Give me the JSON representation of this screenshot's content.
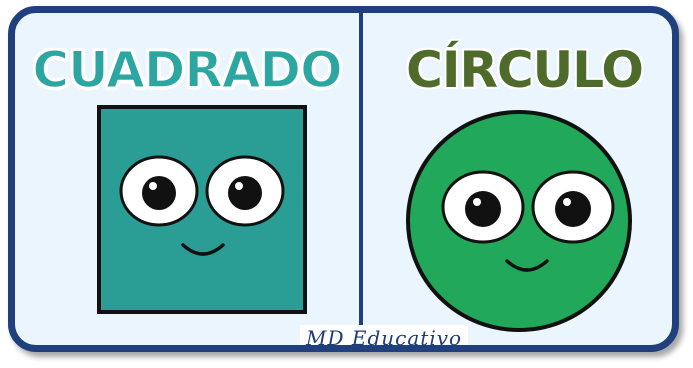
{
  "panels": {
    "left": {
      "title": "CUADRADO"
    },
    "right": {
      "title": "CÍRCULO"
    }
  },
  "footer": {
    "brand": "MD Educativo"
  },
  "colors": {
    "border": "#20407d",
    "background": "#eaf5fd",
    "square_fill": "#2a9d95",
    "circle_fill": "#21a85a",
    "left_title": "#2ca6a0",
    "right_title": "#4f6b2b"
  }
}
